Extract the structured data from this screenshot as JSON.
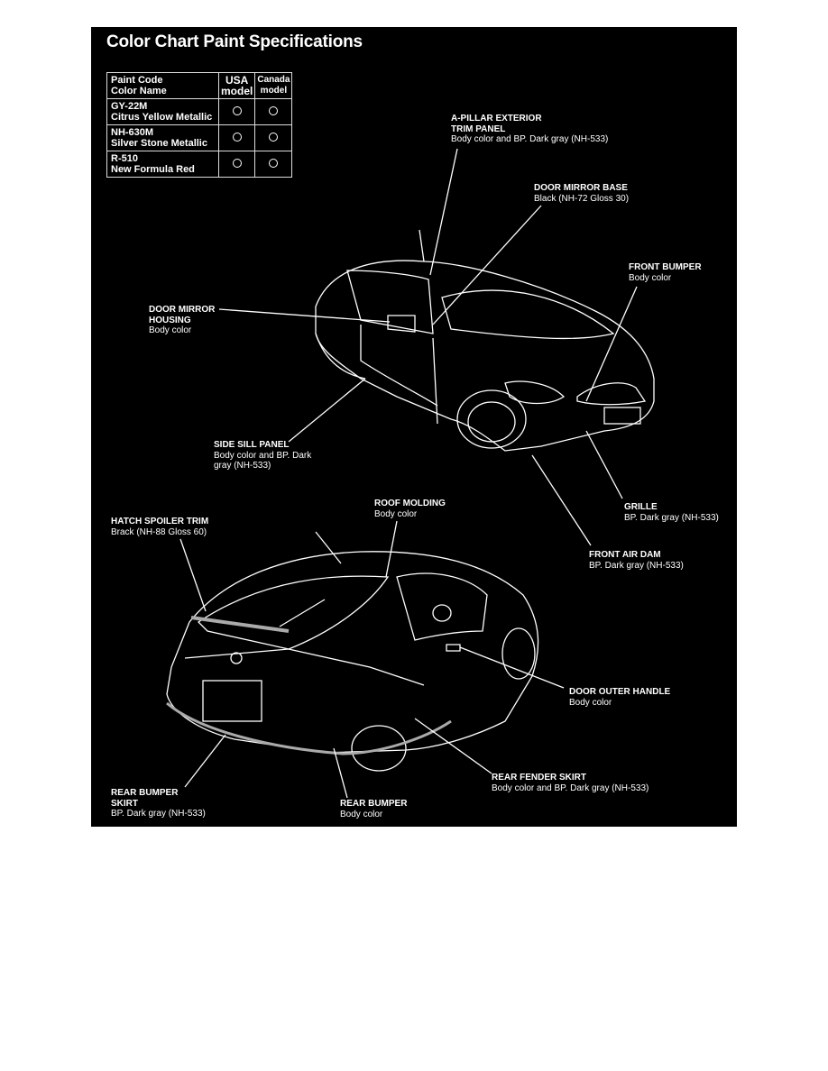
{
  "title": "Color Chart Paint Specifications",
  "table": {
    "headers": {
      "col1_line1": "Paint Code",
      "col1_line2": "Color Name",
      "usa_line1": "USA",
      "usa_line2": "model",
      "canada_line1": "Canada",
      "canada_line2": "model"
    },
    "rows": [
      {
        "code": "GY-22M",
        "name": "Citrus Yellow Metallic",
        "usa": true,
        "canada": true
      },
      {
        "code": "NH-630M",
        "name": "Silver Stone Metallic",
        "usa": true,
        "canada": true
      },
      {
        "code": "R-510",
        "name": "New Formula Red",
        "usa": true,
        "canada": true
      }
    ]
  },
  "labels": {
    "a_pillar": {
      "title1": "A-PILLAR EXTERIOR",
      "title2": "TRIM PANEL",
      "desc": "Body color and BP. Dark gray (NH-533)"
    },
    "mirror_base": {
      "title1": "DOOR MIRROR BASE",
      "desc": "Black (NH-72 Gloss 30)"
    },
    "front_bumper": {
      "title1": "FRONT BUMPER",
      "desc": "Body color"
    },
    "mirror_housing": {
      "title1": "DOOR MIRROR",
      "title2": "HOUSING",
      "desc": "Body color"
    },
    "side_sill": {
      "title1": "SIDE SILL PANEL",
      "desc1": "Body color and BP. Dark",
      "desc2": "gray (NH-533)"
    },
    "grille": {
      "title1": "GRILLE",
      "desc": "BP. Dark gray (NH-533)"
    },
    "front_air_dam": {
      "title1": "FRONT AIR DAM",
      "desc": "BP. Dark gray (NH-533)"
    },
    "roof_molding": {
      "title1": "ROOF MOLDING",
      "desc": "Body color"
    },
    "hatch_spoiler": {
      "title1": "HATCH SPOILER TRIM",
      "desc": "Brack (NH-88 Gloss 60)"
    },
    "door_handle": {
      "title1": "DOOR OUTER HANDLE",
      "desc": "Body color"
    },
    "rear_fender": {
      "title1": "REAR FENDER SKIRT",
      "desc": "Body color and BP. Dark gray (NH-533)"
    },
    "rear_bumper_skirt": {
      "title1": "REAR BUMPER",
      "title2": "SKIRT",
      "desc": "BP. Dark gray (NH-533)"
    },
    "rear_bumper": {
      "title1": "REAR BUMPER",
      "desc": "Body color"
    }
  }
}
